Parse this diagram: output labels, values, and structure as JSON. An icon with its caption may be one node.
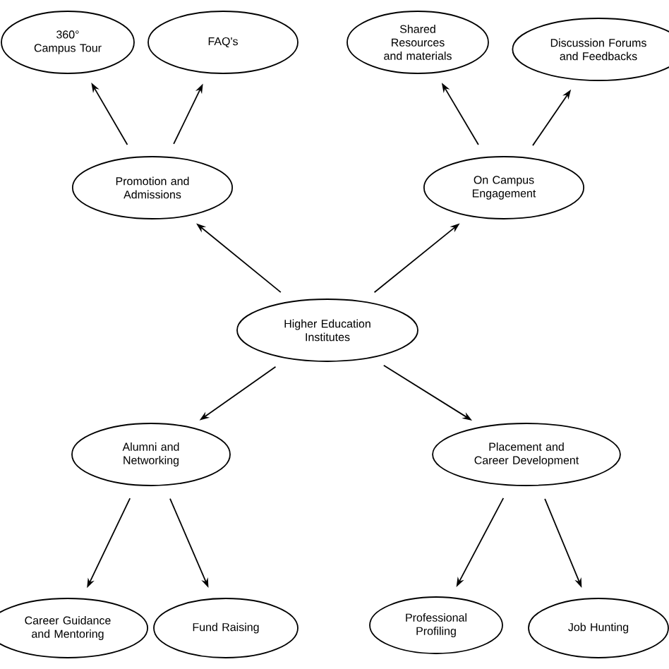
{
  "diagram": {
    "nodes": [
      {
        "text": [
          "Higher Education Institutes"
        ]
      },
      {
        "text": [
          "Promotion and Admissions"
        ]
      },
      {
        "text": [
          "On Campus Engagement"
        ]
      },
      {
        "text": [
          "Alumni and Networking"
        ]
      },
      {
        "text": [
          "Placement and Career Development"
        ]
      },
      {
        "text": [
          "360° Campus Tour"
        ]
      },
      {
        "text": [
          "FAQ's"
        ]
      },
      {
        "text": [
          "Shared Resources and materials"
        ]
      },
      {
        "text": [
          "Discussion Forums and Feedbacks"
        ]
      },
      {
        "text": [
          "Career Guidance and Mentoring"
        ]
      },
      {
        "text": [
          "Fund Raising"
        ]
      },
      {
        "text": [
          "Professional Profiling"
        ]
      },
      {
        "text": [
          "Job Hunting"
        ]
      }
    ],
    "edges": [
      {
        "from": 0,
        "to": 1,
        "arrow": "to"
      },
      {
        "from": 0,
        "to": 2,
        "arrow": "to"
      },
      {
        "from": 0,
        "to": 3,
        "arrow": "to"
      },
      {
        "from": 0,
        "to": 4,
        "arrow": "to"
      },
      {
        "from": 1,
        "to": 5,
        "arrow": "to"
      },
      {
        "from": 1,
        "to": 6,
        "arrow": "to"
      },
      {
        "from": 2,
        "to": 7,
        "arrow": "to"
      },
      {
        "from": 2,
        "to": 8,
        "arrow": "to"
      },
      {
        "from": 3,
        "to": 9,
        "arrow": "to"
      },
      {
        "from": 3,
        "to": 10,
        "arrow": "to"
      },
      {
        "from": 4,
        "to": 11,
        "arrow": "to"
      },
      {
        "from": 4,
        "to": 12,
        "arrow": "to"
      }
    ]
  }
}
